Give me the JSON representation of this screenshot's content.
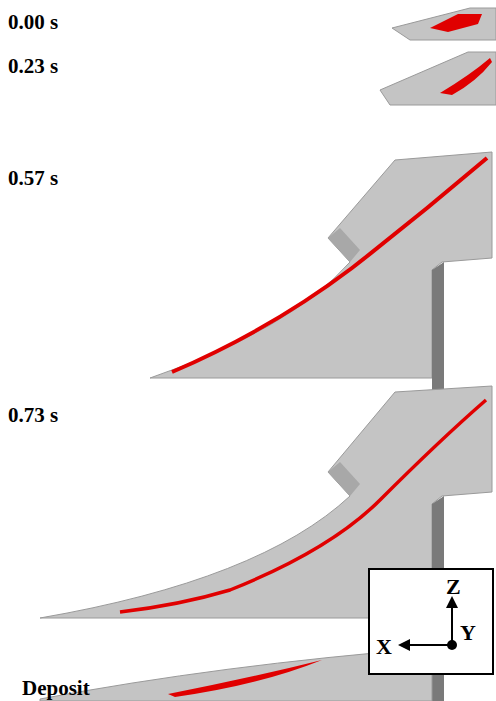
{
  "diagram": {
    "nodes": [
      {
        "text": [
          "Z",
          "X",
          "Y"
        ]
      }
    ],
    "labels": [
      "0.00 s",
      "0.23 s",
      "0.57 s",
      "0.73 s",
      "Deposit"
    ]
  }
}
